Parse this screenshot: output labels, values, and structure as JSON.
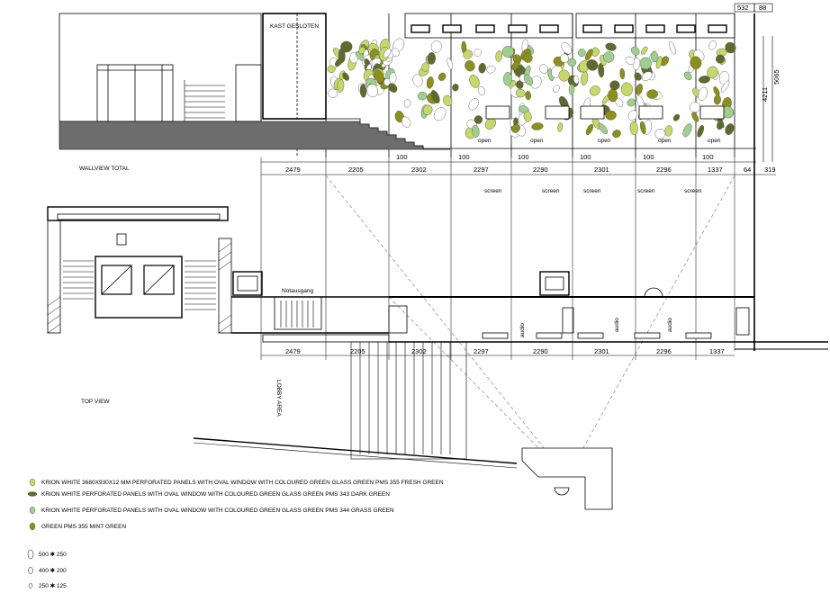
{
  "labels": {
    "kast": "KAST GESLOTEN",
    "wallview": "WALLVIEW TOTAL",
    "topview": "TOP VIEW",
    "notausgang": "Notausgang",
    "lobby": "LOBBY AREA",
    "open": "open",
    "screen": "screen",
    "audio": "audio"
  },
  "top_dims": [
    "2479",
    "2205",
    "2302",
    "2297",
    "2290",
    "2301",
    "2296",
    "1337",
    "64",
    "319"
  ],
  "top_sub_dims": [
    "100",
    "100",
    "100",
    "100",
    "100",
    "100"
  ],
  "corner_dims": [
    "532",
    "88"
  ],
  "vertical_dims": [
    "4211",
    "5065"
  ],
  "bottom_dims": [
    "2479",
    "2205",
    "2302",
    "2297",
    "2290",
    "2301",
    "2296",
    "1337"
  ],
  "legend": [
    {
      "text": "KRION WHITE 3680X930X12 MM PERFORATED PANELS WITH OVAL WINDOW WITH COLOURED GREEN GLASS GREEN PMS 355 FRESH GREEN",
      "color": "#c6d86a"
    },
    {
      "text": "KRION WHITE PERFORATED PANELS WITH OVAL WINDOW WITH COLOURED GREEN GLASS GREEN PMS 343 DARK GREEN",
      "color": "#5f6a2c"
    },
    {
      "text": "KRION WHITE PERFORATED PANELS WITH OVAL WINDOW WITH COLOURED GREEN GLASS GREEN PMS 344 GRASS GREEN",
      "color": "#9fcf8e"
    },
    {
      "text": "GREEN PMS 355 MINT GREEN",
      "color": "#8c8f1a"
    }
  ],
  "sizes": [
    "500 ✱ 250",
    "400 ✱ 200",
    "250 ✱ 125"
  ],
  "colors": {
    "ground": "#6d6d6d",
    "leaf_light": "#c6d86a",
    "leaf_dark": "#5f6a2c",
    "leaf_grass": "#9fcf8e",
    "leaf_mint": "#8c8f1a"
  }
}
